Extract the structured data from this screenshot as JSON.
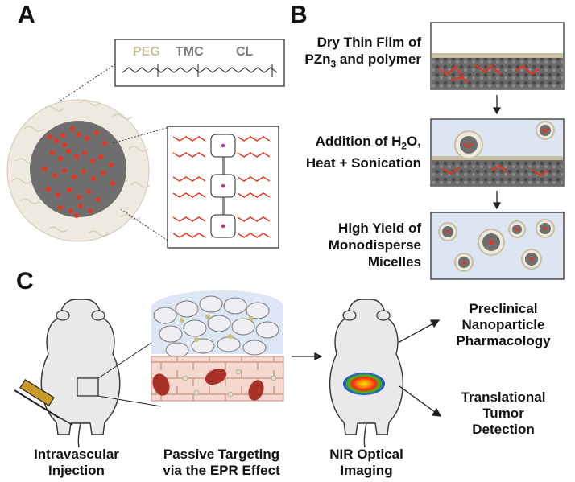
{
  "panels": {
    "a": "A",
    "b": "B",
    "c": "C"
  },
  "panel_a": {
    "polymer_blocks": {
      "peg": "PEG",
      "tmc": "TMC",
      "cl": "CL"
    },
    "colors": {
      "peg": "#c8bfa0",
      "tmc": "#7a7a7a",
      "core": "#6e6e6e",
      "porphyrin": "#e8341c",
      "shell": "#eeeae0"
    }
  },
  "panel_b": {
    "step1": {
      "line1": "Dry Thin Film of",
      "line2_prefix": "PZn",
      "line2_sub": "3",
      "line2_suffix": " and polymer"
    },
    "step2": {
      "line1_prefix": "Addition of H",
      "line1_sub": "2",
      "line1_suffix": "O,",
      "line2": "Heat + Sonication"
    },
    "step3": {
      "line1": "High Yield of",
      "line2": "Monodisperse",
      "line3": "Micelles"
    }
  },
  "panel_c": {
    "injection": {
      "line1": "Intravascular",
      "line2": "Injection"
    },
    "targeting": {
      "line1": "Passive Targeting",
      "line2": "via the EPR Effect"
    },
    "imaging": {
      "line1": "NIR Optical",
      "line2": "Imaging"
    },
    "outcome1": {
      "line1": "Preclinical",
      "line2": "Nanoparticle",
      "line3": "Pharmacology"
    },
    "outcome2": {
      "line1": "Translational",
      "line2": "Tumor",
      "line3": "Detection"
    }
  }
}
